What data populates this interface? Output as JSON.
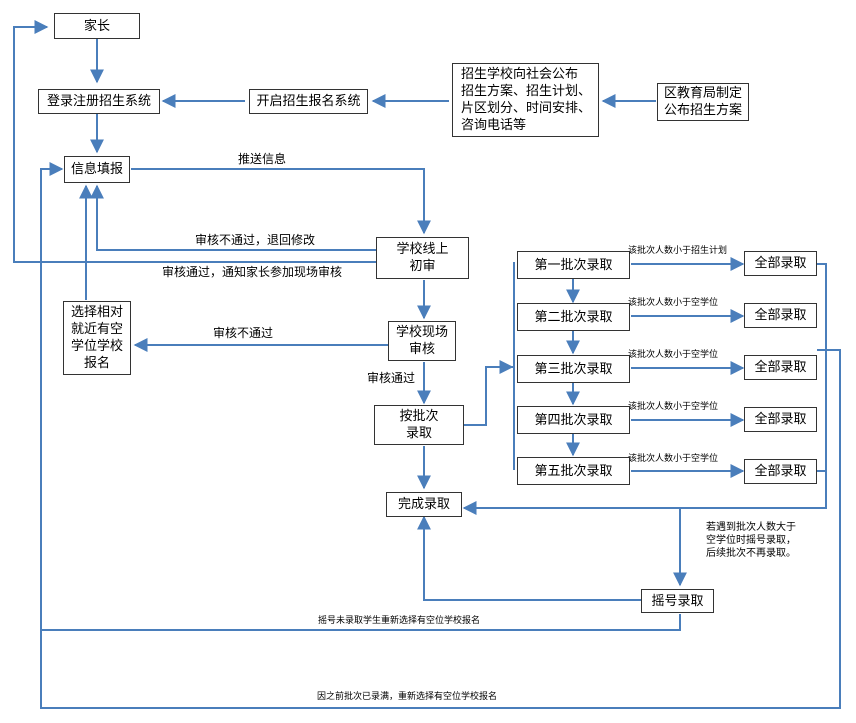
{
  "nodes": {
    "parent": "家长",
    "register": "登录注册招生系统",
    "open_system": "开启招生报名系统",
    "publish": "招生学校向社会公布\n招生方案、招生计划、\n片区划分、时间安排、\n咨询电话等",
    "bureau": "区教育局制定\n公布招生方案",
    "info_fill": "信息填报",
    "online_review": "学校线上\n初审",
    "onsite_review": "学校现场\n审核",
    "nearby_school": "选择相对\n就近有空\n学位学校\n报名",
    "batch_admit": "按批次\n录取",
    "complete": "完成录取",
    "lottery": "摇号录取",
    "batches": [
      "第一批次录取",
      "第二批次录取",
      "第三批次录取",
      "第四批次录取",
      "第五批次录取"
    ],
    "all_admit": "全部录取"
  },
  "labels": {
    "push_info": "推送信息",
    "review_fail_return": "审核不通过，退回修改",
    "review_pass_notify": "审核通过，通知家长参加现场审核",
    "review_fail": "审核不通过",
    "review_pass": "审核通过",
    "batch_cond_1": "该批次人数小于招生计划",
    "batch_cond_other": "该批次人数小于空学位",
    "lottery_note": "若遇到批次人数大于\n空学位时摇号录取，\n后续批次不再录取。",
    "lottery_unadmitted": "摇号未录取学生重新选择有空位学校报名",
    "batch_full": "因之前批次已录满，重新选择有空位学校报名"
  }
}
